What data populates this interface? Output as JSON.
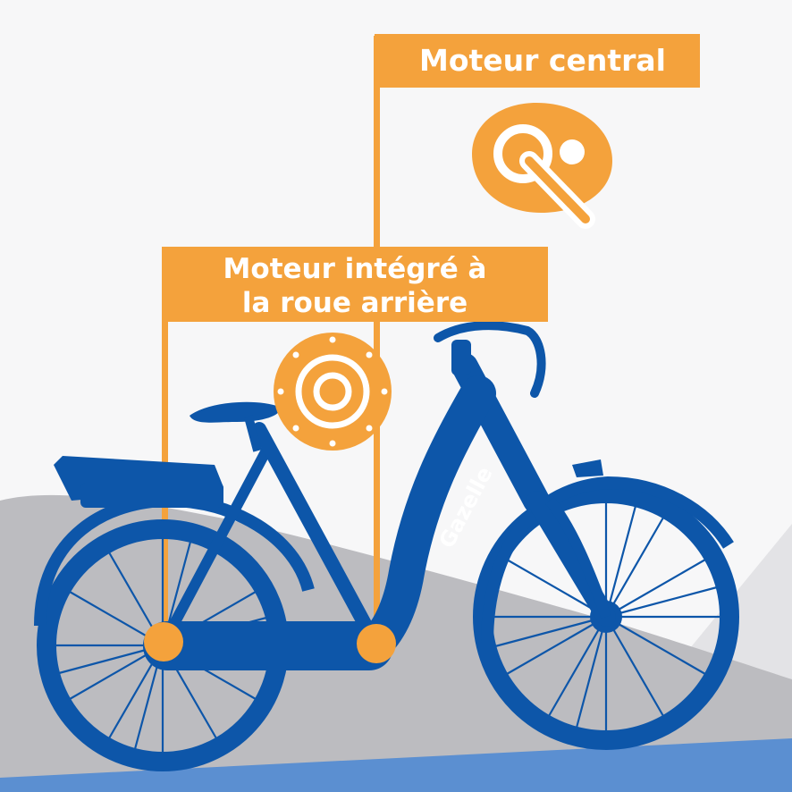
{
  "labels": {
    "central_motor": "Moteur central",
    "rear_motor_line1": "Moteur intégré à",
    "rear_motor_line2": "la roue arrière"
  },
  "bike": {
    "brand": "Gazelle"
  },
  "colors": {
    "orange": "#f4a23c",
    "blue": "#0d56a9",
    "grey_hill": "#bcbcc0",
    "light_grey": "#e3e3e6",
    "road_blue": "#5b8fd1",
    "background": "#f7f7f8"
  },
  "icons": [
    "central-motor-icon",
    "hub-motor-icon"
  ]
}
